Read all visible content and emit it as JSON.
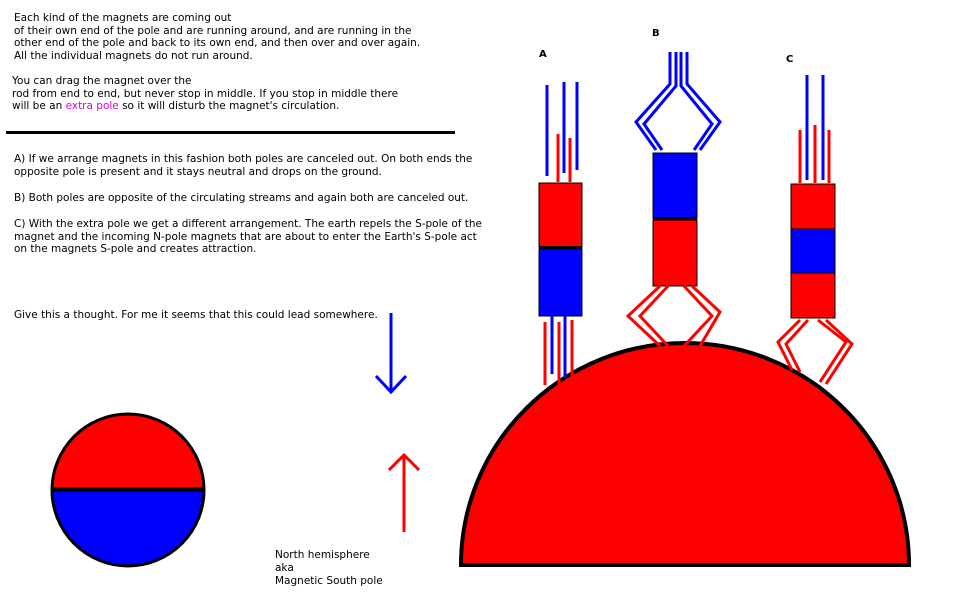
{
  "intro": {
    "lines": [
      "Each kind of the magnets are coming out",
      "of their own end of the pole and are running around, and are running in the",
      "other end of the pole and back to its own end, and then over and over again.",
      "All the individual magnets do not run around."
    ]
  },
  "drag": {
    "line1": "You can drag the magnet over the",
    "line2": "rod from end to end, but never stop in middle. If you stop in middle there",
    "line3_before": "will be an ",
    "line3_highlight": "extra pole",
    "line3_after": " so it will disturb the magnet's circulation."
  },
  "explanations": {
    "a": [
      "A) If we arrange magnets in this fashion both poles are canceled out. On both ends the",
      "opposite pole is present and it stays neutral and drops on the ground."
    ],
    "b": [
      "B) Both poles are opposite of the circulating streams and again both are canceled out."
    ],
    "c": [
      "C) With the extra pole we get a different arrangement. The earth repels the S-pole of the",
      "magnet and the incoming N-pole magnets that are about to enter the Earth's S-pole act",
      "on the magnets S-pole and creates attraction."
    ]
  },
  "thought": "Give this a thought. For me it seems that this could lead somewhere.",
  "magnet_labels": {
    "a": "A",
    "b": "B",
    "c": "C"
  },
  "hemisphere_caption": [
    "North hemisphere",
    "aka",
    "Magnetic South pole"
  ],
  "colors": {
    "red": "#ff0000",
    "blue": "#0000ff",
    "outline": "#000000",
    "highlight": "#e000e0"
  },
  "icons": [
    "down-arrow-icon",
    "up-arrow-icon",
    "pole-circle-icon"
  ]
}
